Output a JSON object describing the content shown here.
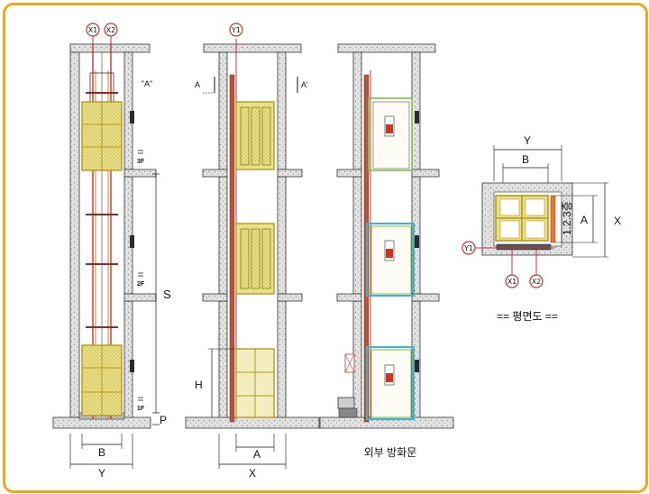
{
  "labels": {
    "x1": "X1",
    "x2": "X2",
    "y1": "Y1",
    "section_a": "\"A\"",
    "cut_a": "A",
    "cut_a_prime": "A'",
    "floor_3f": "3F",
    "floor_2f": "2F",
    "floor_1f": "1F",
    "dim_s": "S",
    "dim_p": "P",
    "dim_h": "H",
    "dim_a": "A",
    "dim_b": "B",
    "dim_x": "X",
    "dim_y": "Y",
    "plan_y": "Y",
    "plan_b": "B",
    "plan_a": "A",
    "plan_x": "X",
    "plan_rail": "1.2.3층",
    "plan_x1": "X1",
    "plan_x2": "X2",
    "plan_y1": "Y1",
    "plan_title": "== 평면도 ==",
    "door_caption": "외부 방화문"
  },
  "colors": {
    "frame_border": "#f0a818",
    "car": "#e8e08a",
    "car_outline": "#b59a1a",
    "rail_red": "#c0392b",
    "rail_orange": "#e07b2a",
    "door_cyan": "#3ab7c8",
    "door_green": "#7bbf4c",
    "concrete": "#d9d9d9"
  }
}
